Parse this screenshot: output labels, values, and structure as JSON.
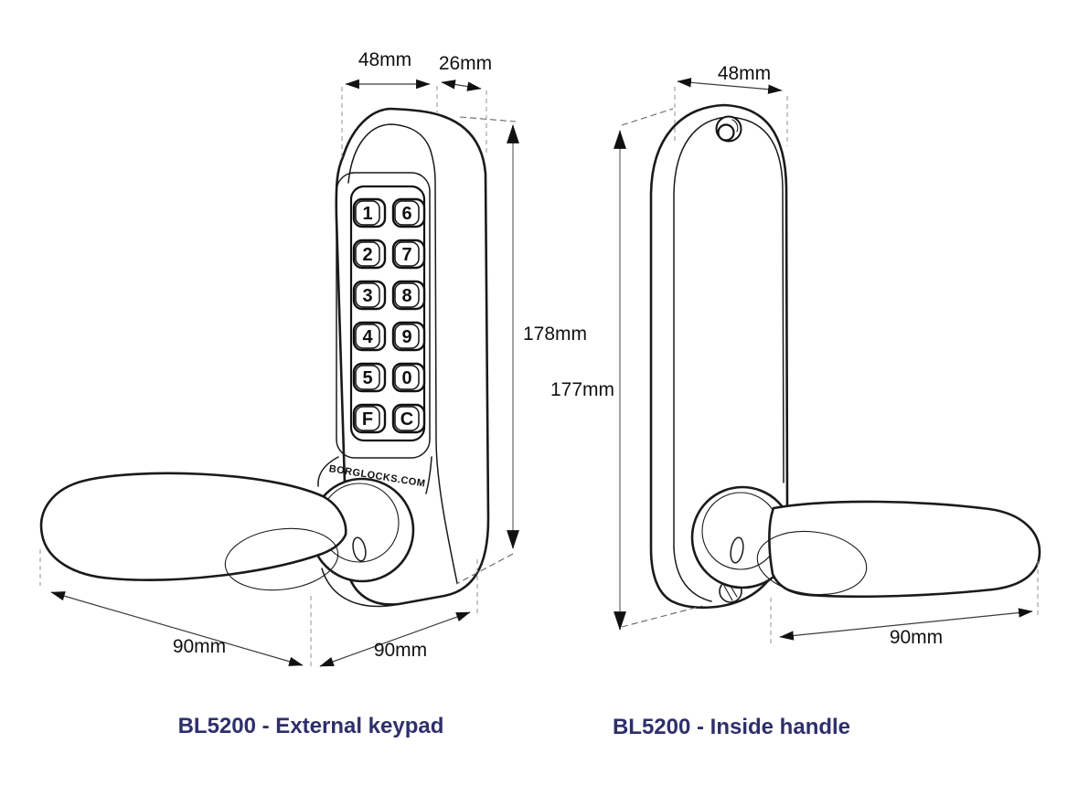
{
  "colors": {
    "line": "#1a1a1a",
    "dimension_line": "#8c8c8c",
    "caption_navy": "#2e2f6b",
    "background": "#ffffff"
  },
  "left_figure": {
    "caption": "BL5200 - External keypad",
    "brand": "BORGLOCKS.COM",
    "keys": [
      [
        "1",
        "6"
      ],
      [
        "2",
        "7"
      ],
      [
        "3",
        "8"
      ],
      [
        "4",
        "9"
      ],
      [
        "5",
        "0"
      ],
      [
        "F",
        "C"
      ]
    ],
    "dimensions": {
      "body_width": "48mm",
      "body_depth": "26mm",
      "body_height": "178mm",
      "handle_length": "90mm",
      "handle_projection": "90mm"
    }
  },
  "right_figure": {
    "caption": "BL5200 - Inside handle",
    "dimensions": {
      "body_width": "48mm",
      "body_height": "177mm",
      "handle_length": "90mm"
    }
  }
}
